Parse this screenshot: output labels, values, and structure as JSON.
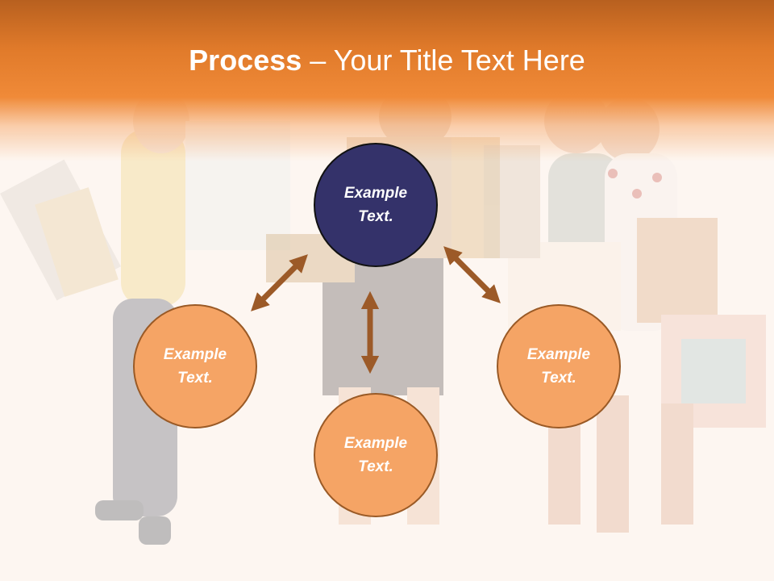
{
  "title": {
    "bold": "Process",
    "rest": " – Your Title Text Here"
  },
  "nodes": {
    "top": {
      "label": "Example\nText."
    },
    "left": {
      "label": "Example\nText."
    },
    "bottom": {
      "label": "Example\nText."
    },
    "right": {
      "label": "Example\nText."
    }
  },
  "colors": {
    "header": "#f08a38",
    "hub_fill": "#34326a",
    "node_fill": "#f5a465",
    "arrow": "#9c5a28"
  }
}
